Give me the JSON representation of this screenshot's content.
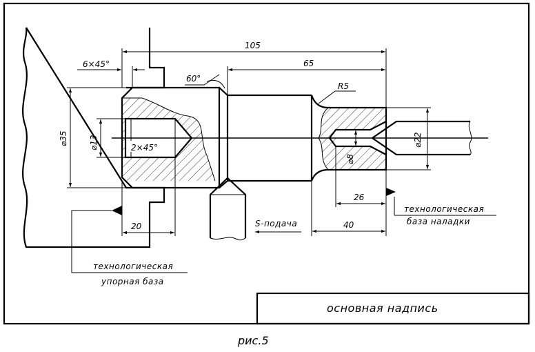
{
  "dimensions": {
    "overall_length": "105",
    "shoulder_length": "65",
    "chamfer_outer": "6×45°",
    "chamfer_inner": "2×45°",
    "cone_angle": "60°",
    "fillet_radius": "R5",
    "diameter_large": "⌀35",
    "diameter_bore": "⌀13",
    "diameter_hole": "⌀8",
    "diameter_center": "⌀22",
    "length_20": "20",
    "length_26": "26",
    "length_40": "40"
  },
  "labels": {
    "feed": "S-подача",
    "tech_base_setup_line1": "технологическая",
    "tech_base_setup_line2": "база наладки",
    "tech_base_stop_line1": "технологическая",
    "tech_base_stop_line2": "упорная база",
    "title_block": "основная надпись"
  },
  "caption": "рис.5"
}
